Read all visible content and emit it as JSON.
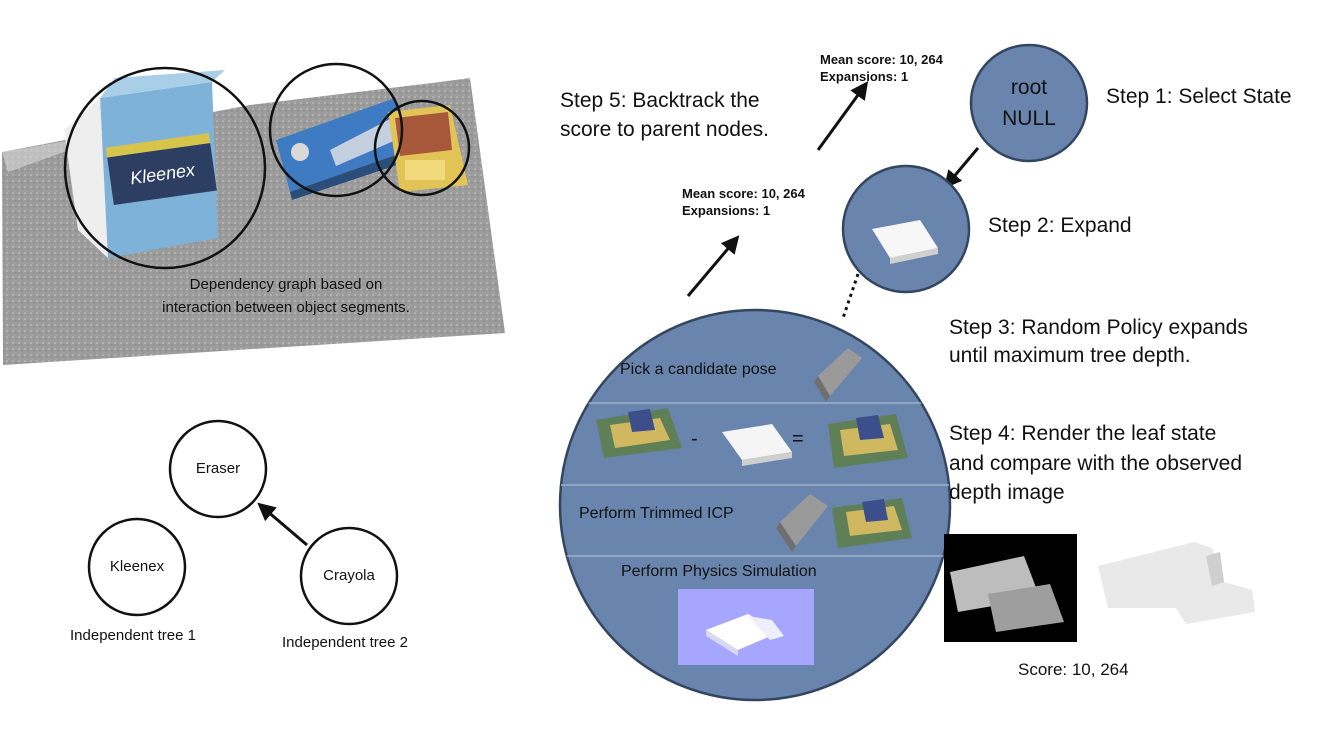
{
  "scene": {
    "caption_line1": "Dependency graph based on",
    "caption_line2": "interaction between object segments."
  },
  "graph": {
    "nodes": {
      "eraser": "Eraser",
      "kleenex": "Kleenex",
      "crayola": "Crayola"
    },
    "tree1_label": "Independent tree 1",
    "tree2_label": "Independent tree 2"
  },
  "tree": {
    "root_line1": "root",
    "root_line2": "NULL",
    "mean_score_top": "Mean score: 10, 264",
    "expansions_top": "Expansions: 1",
    "mean_score_mid": "Mean score: 10, 264",
    "expansions_mid": "Expansions: 1"
  },
  "steps": {
    "step1": "Step 1: Select State",
    "step2": "Step 2: Expand",
    "step3_line1": "Step 3: Random Policy expands",
    "step3_line2": "until maximum tree depth.",
    "step4_line1": "Step 4: Render the leaf state",
    "step4_line2": "and compare with the observed",
    "step4_line3": "depth image",
    "step5_line1": "Step 5: Backtrack the",
    "step5_line2": "score to parent nodes."
  },
  "leaf": {
    "row1": "Pick a candidate pose",
    "minus": "-",
    "equals": "=",
    "row3": "Perform Trimmed ICP",
    "row4": "Perform Physics Simulation"
  },
  "render": {
    "score": "Score: 10, 264"
  },
  "colors": {
    "node_fill": "#6a85ad",
    "node_stroke": "#34465f",
    "divider": "#9fb0c9",
    "physics_bg": "#a7a6ff"
  }
}
